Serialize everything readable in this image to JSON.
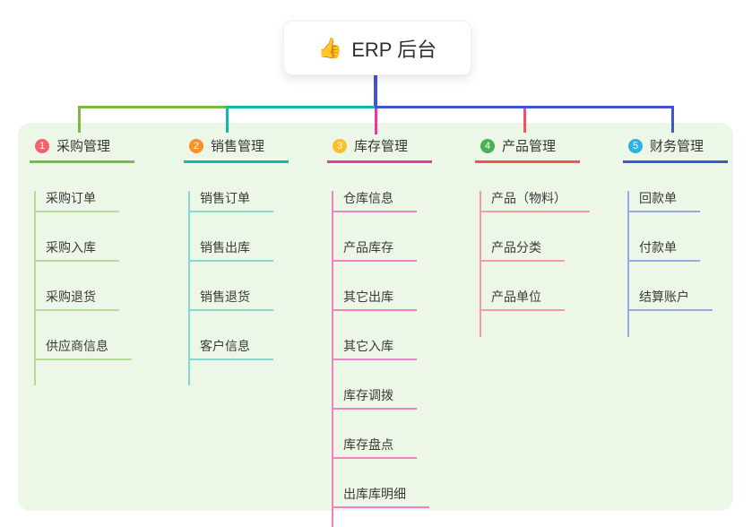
{
  "root": {
    "icon": "👍",
    "label": "ERP 后台"
  },
  "branches": [
    {
      "index": "1",
      "label": "采购管理",
      "line_color": "#7cb93e",
      "child_line_color": "#b7dc98",
      "badge_color": "#f5626f",
      "children": [
        "采购订单",
        "采购入库",
        "采购退货",
        "供应商信息"
      ]
    },
    {
      "index": "2",
      "label": "销售管理",
      "line_color": "#14b8ab",
      "child_line_color": "#85d8cd",
      "badge_color": "#f98f2a",
      "children": [
        "销售订单",
        "销售出库",
        "销售退货",
        "客户信息"
      ]
    },
    {
      "index": "3",
      "label": "库存管理",
      "line_color": "#e63a9e",
      "child_line_color": "#f180bf",
      "badge_color": "#f9bf2c",
      "children": [
        "仓库信息",
        "产品库存",
        "其它出库",
        "其它入库",
        "库存调拨",
        "库存盘点",
        "出库库明细"
      ]
    },
    {
      "index": "4",
      "label": "产品管理",
      "line_color": "#f5505f",
      "child_line_color": "#f79ba3",
      "badge_color": "#4bb052",
      "children": [
        "产品（物料）",
        "产品分类",
        "产品单位"
      ]
    },
    {
      "index": "5",
      "label": "财务管理",
      "line_color": "#4154d1",
      "child_line_color": "#97a9e5",
      "badge_color": "#2fb0e5",
      "children": [
        "回款单",
        "付款单",
        "结算账户"
      ]
    }
  ],
  "colors": {
    "panel_bg": "#edf7e7",
    "root_connector": "#4154d1",
    "text": "#363636"
  }
}
